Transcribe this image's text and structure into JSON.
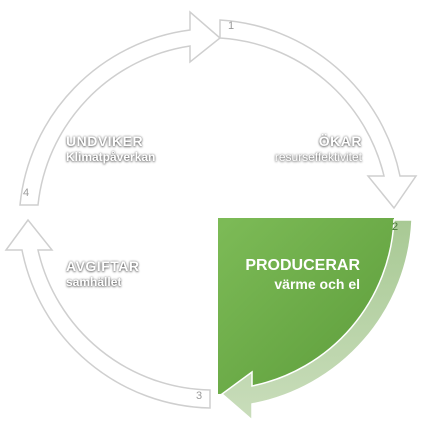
{
  "diagram": {
    "colors": {
      "accent": "#6aaa46",
      "accent_light": "#b9d3a8",
      "outline": "#cfcfcf",
      "number": "#9a9a9a"
    },
    "steps": [
      {
        "number": "1",
        "title": "ÖKAR",
        "subtitle": "resurseffektivitet"
      },
      {
        "number": "2",
        "title": "PRODUCERAR",
        "subtitle": "värme och el"
      },
      {
        "number": "3",
        "title": "AVGIFTAR",
        "subtitle": "samhället"
      },
      {
        "number": "4",
        "title": "UNDVIKER",
        "subtitle": "Klimatpåverkan"
      }
    ]
  }
}
